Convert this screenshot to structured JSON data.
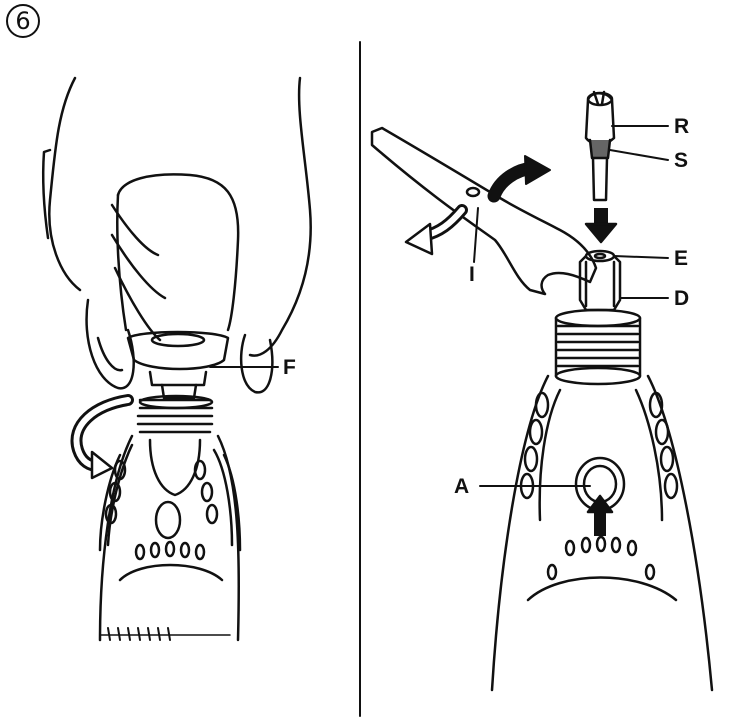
{
  "figure": {
    "step_number": "6",
    "callouts": {
      "F": "F",
      "R": "R",
      "S": "S",
      "E": "E",
      "D": "D",
      "I": "I",
      "A": "A"
    }
  },
  "colors": {
    "ink": "#111111",
    "background": "#ffffff",
    "arrow_fill": "#111111",
    "arrow_outline": "#ffffff"
  },
  "icons": {
    "rotate_left_panel": "curved-arrow-counterclockwise-icon",
    "rotate_right_panel": "curved-arrow-clockwise-icon",
    "insert_arrow": "down-arrow-icon",
    "push_button_arrow": "up-arrow-icon"
  }
}
